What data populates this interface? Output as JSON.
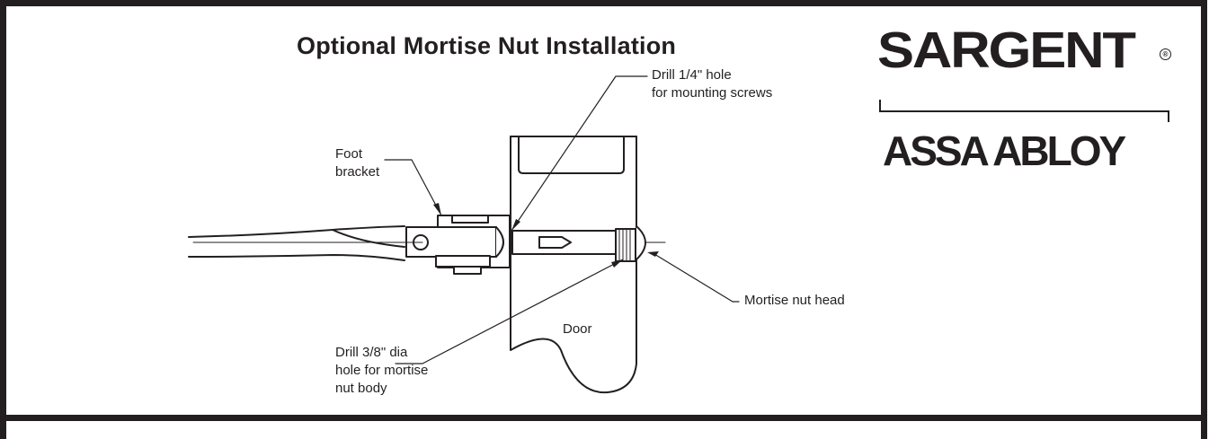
{
  "title": "Optional Mortise Nut Installation",
  "brand": {
    "name": "SARGENT",
    "registered_mark": "®",
    "parent": "ASSA ABLOY"
  },
  "callouts": {
    "foot_bracket": "Foot\nbracket",
    "drill_quarter": "Drill 1/4\" hole\nfor mounting screws",
    "door": "Door",
    "mortise_nut_head": "Mortise nut head",
    "drill_three_eighths": "Drill 3/8\" dia\nhole for mortise\nnut body"
  },
  "colors": {
    "ink": "#231f20",
    "background": "#ffffff"
  }
}
